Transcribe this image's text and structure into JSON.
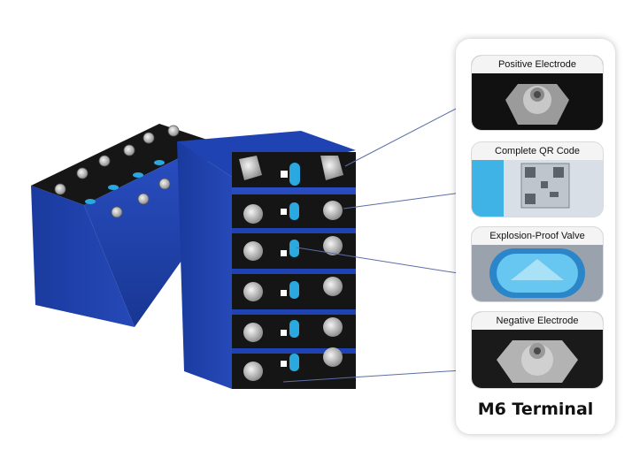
{
  "callouts": [
    {
      "label": "Positive Electrode"
    },
    {
      "label": "Complete QR Code"
    },
    {
      "label": "Explosion-Proof Valve"
    },
    {
      "label": "Negative Electrode"
    }
  ],
  "terminal_label": "M6 Terminal",
  "colors": {
    "cell_blue": "#1d3fa8",
    "cell_top": "#141414",
    "valve_blue": "#2aa8e0",
    "terminal_silver": "#c9c9c9",
    "callout_line": "#5b6fa8"
  }
}
